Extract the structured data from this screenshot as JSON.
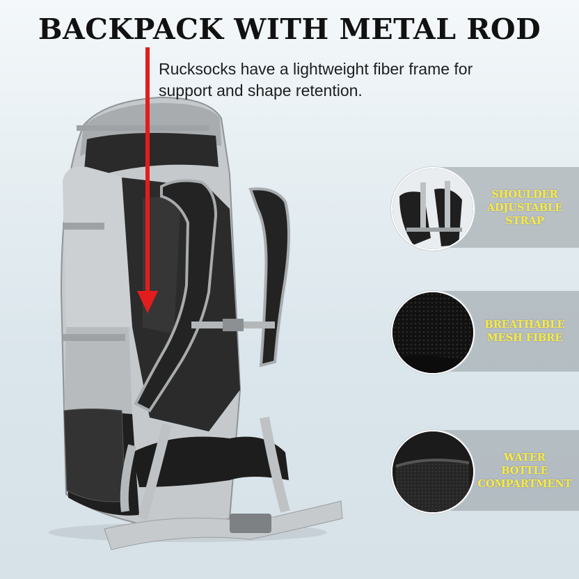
{
  "title": "BACKPACK WITH METAL ROD",
  "subtitle_lines": [
    "Rucksocks have a lightweight fiber frame for",
    "support and shape retention."
  ],
  "features": [
    {
      "lines": [
        "SHOULDER",
        "ADJUSTABLE",
        "STRAP"
      ],
      "icon": "shoulder-strap-closeup"
    },
    {
      "lines": [
        "BREATHABLE",
        "MESH FIBRE"
      ],
      "icon": "mesh-fabric-closeup"
    },
    {
      "lines": [
        "WATER",
        "BOTTLE",
        "COMPARTMENT"
      ],
      "icon": "bottle-pocket-closeup"
    }
  ],
  "colors": {
    "arrow": "#e31d1d",
    "feature_text": "#f7e94a",
    "pack_grey": "#bfc2c4",
    "pack_black": "#222222"
  }
}
